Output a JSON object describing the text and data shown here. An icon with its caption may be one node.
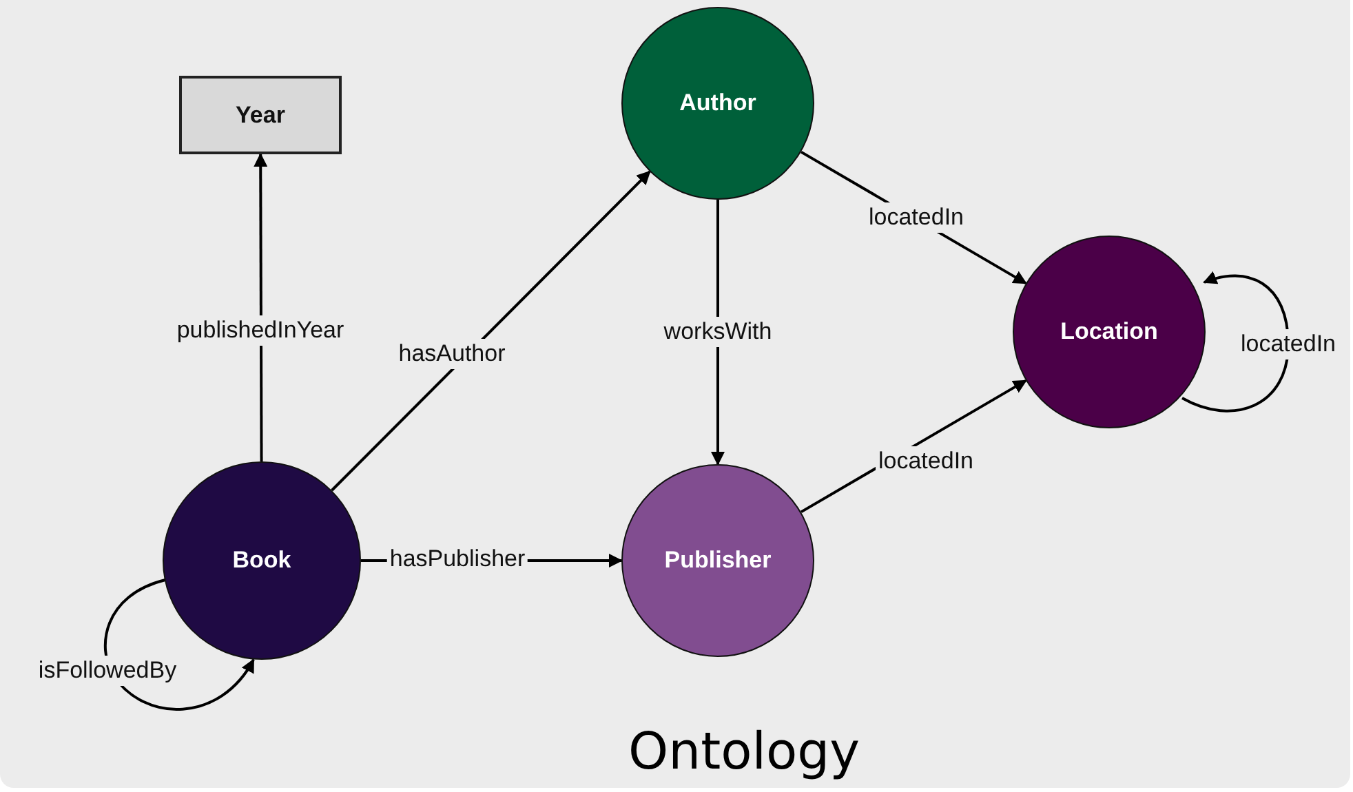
{
  "diagram": {
    "caption": "Ontology",
    "nodes": [
      {
        "text": [
          "Year"
        ]
      },
      {
        "text": [
          "Author"
        ]
      },
      {
        "text": [
          "Location"
        ]
      },
      {
        "text": [
          "Book"
        ]
      },
      {
        "text": [
          "Publisher"
        ]
      }
    ],
    "edges": [
      {
        "from": 3,
        "to": 0,
        "arrow": "to",
        "label": "publishedInYear"
      },
      {
        "from": 3,
        "to": 1,
        "arrow": "to",
        "label": "hasAuthor"
      },
      {
        "from": 1,
        "to": 4,
        "arrow": "to",
        "label": "worksWith"
      },
      {
        "from": 1,
        "to": 2,
        "arrow": "to",
        "label": "locatedIn"
      },
      {
        "from": 2,
        "to": 2,
        "arrow": "to",
        "label": "locatedIn"
      },
      {
        "from": 4,
        "to": 2,
        "arrow": "to",
        "label": "locatedIn"
      },
      {
        "from": 3,
        "to": 4,
        "arrow": "to",
        "label": "hasPublisher"
      },
      {
        "from": 3,
        "to": 3,
        "arrow": "to",
        "label": "isFollowedBy"
      }
    ]
  }
}
